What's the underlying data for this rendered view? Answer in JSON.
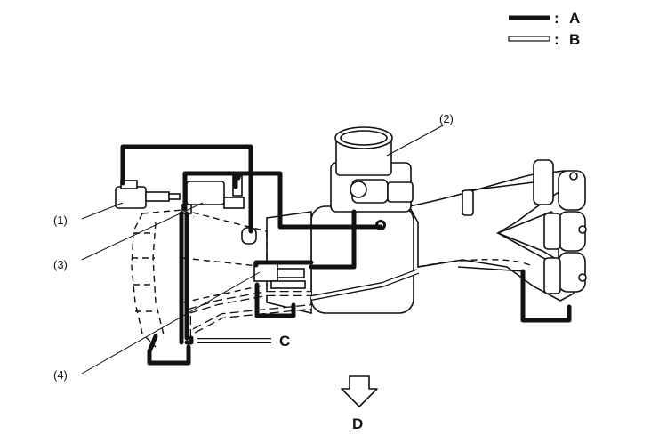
{
  "legend": {
    "A": {
      "key": "A",
      "sep": ":"
    },
    "B": {
      "key": "B",
      "sep": ":"
    }
  },
  "callouts": [
    "(1)",
    "(2)",
    "(3)",
    "(4)"
  ],
  "markers": {
    "C": "C",
    "D": "D"
  }
}
